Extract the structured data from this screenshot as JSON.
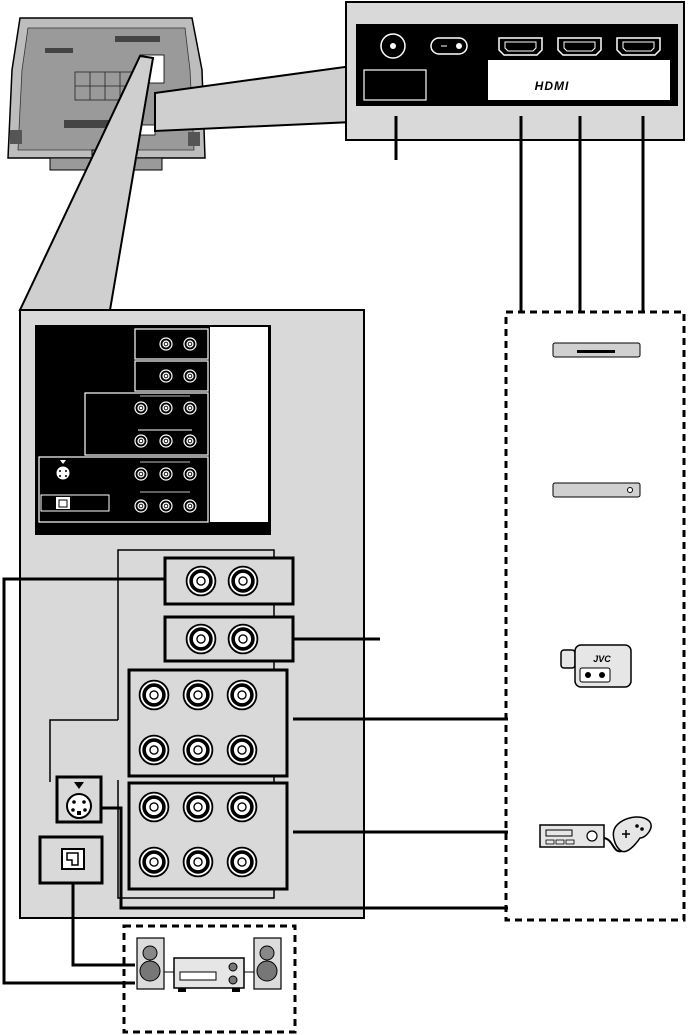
{
  "hdmi_panel": {
    "logo_text": "HDMI",
    "hdmi_port_count": 3
  },
  "camcorder": {
    "brand": "JVC"
  },
  "colors": {
    "panel_fill": "#d9d9d9",
    "line": "#000000",
    "jack_fill": "#ffffff"
  },
  "icons": [
    "tv-rear-icon",
    "antenna-jack-icon",
    "power-switch-icon",
    "hdmi-port-icon",
    "rca-jack-icon",
    "s-video-jack-icon",
    "optical-audio-jack-icon",
    "dvd-player-icon",
    "set-top-box-icon",
    "camcorder-icon",
    "game-console-icon",
    "audio-amplifier-icon",
    "speaker-icon"
  ]
}
